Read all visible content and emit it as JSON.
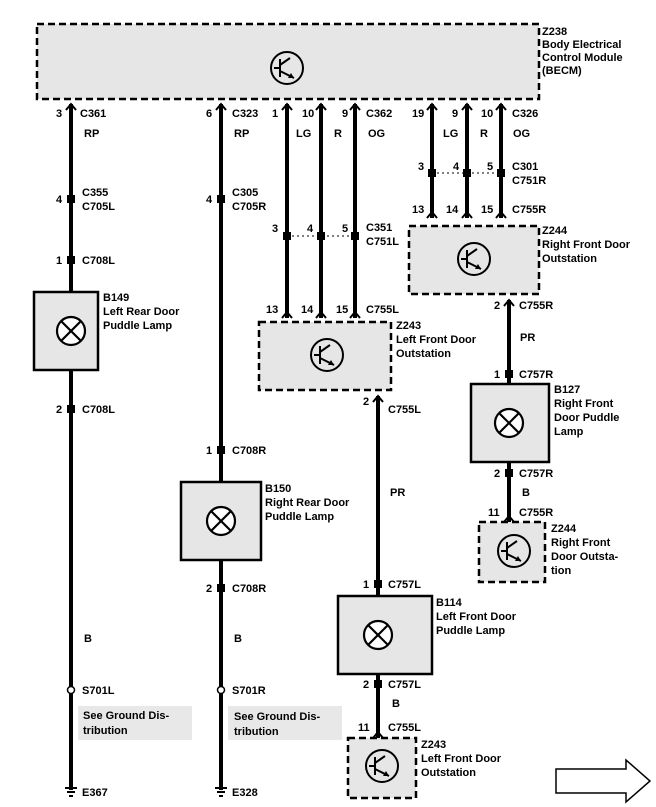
{
  "becm": {
    "id": "Z238",
    "line1": "Body Electrical",
    "line2": "Control Module",
    "line3": "(BECM)"
  },
  "col1": {
    "pin_top": "3",
    "conn_top": "C361",
    "color_top": "RP",
    "pin_a": "4",
    "conn_a1": "C355",
    "conn_a2": "C705L",
    "pin_b": "1",
    "conn_b": "C708L",
    "lamp_id": "B149",
    "lamp_line1": "Left Rear Door",
    "lamp_line2": "Puddle Lamp",
    "pin_c": "2",
    "conn_c": "C708L",
    "color_bottom": "B",
    "splice": "S701L",
    "note1": "See Ground Dis-",
    "note2": "tribution",
    "ground": "E367"
  },
  "col2": {
    "pin_top": "6",
    "conn_top": "C323",
    "color_top": "RP",
    "pin_a": "4",
    "conn_a1": "C305",
    "conn_a2": "C705R",
    "pin_b": "1",
    "conn_b": "C708R",
    "lamp_id": "B150",
    "lamp_line1": "Right Rear Door",
    "lamp_line2": "Puddle Lamp",
    "pin_c": "2",
    "conn_c": "C708R",
    "color_bottom": "B",
    "splice": "S701R",
    "note1": "See Ground Dis-",
    "note2": "tribution",
    "ground": "E328"
  },
  "col3": {
    "pins_top": [
      "1",
      "10",
      "9"
    ],
    "conn_top": "C362",
    "colors": [
      "LG",
      "R",
      "OG"
    ],
    "pins_mid": [
      "3",
      "4",
      "5"
    ],
    "conn_mid1": "C351",
    "conn_mid2": "C751L",
    "pins_bot": [
      "13",
      "14",
      "15"
    ],
    "conn_bot": "C755L",
    "module_id": "Z243",
    "module_line1": "Left Front Door",
    "module_line2": "Outstation",
    "out_pin": "2",
    "out_conn": "C755L",
    "out_color": "PR",
    "lamp_pin_in": "1",
    "lamp_conn_in": "C757L",
    "lamp_id": "B114",
    "lamp_line1": "Left Front Door",
    "lamp_line2": "Puddle Lamp",
    "lamp_pin_out": "2",
    "lamp_conn_out": "C757L",
    "ret_pin": "11",
    "ret_conn": "C755L",
    "module2_id": "Z243",
    "module2_line1": "Left Front Door",
    "module2_line2": "Outstation"
  },
  "col4": {
    "pins_top": [
      "19",
      "9",
      "10"
    ],
    "conn_top": "C326",
    "colors": [
      "LG",
      "R",
      "OG"
    ],
    "pins_mid": [
      "3",
      "4",
      "5"
    ],
    "conn_mid1": "C301",
    "conn_mid2": "C751R",
    "pins_bot": [
      "13",
      "14",
      "15"
    ],
    "conn_bot": "C755R",
    "module_id": "Z244",
    "module_line1": "Right Front Door",
    "module_line2": "Outstation",
    "out_pin": "2",
    "out_conn": "C755R",
    "out_color": "PR",
    "lamp_pin_in": "1",
    "lamp_conn_in": "C757R",
    "lamp_id": "B127",
    "lamp_line1": "Right Front",
    "lamp_line2": "Door Puddle",
    "lamp_line3": "Lamp",
    "lamp_pin_out": "2",
    "lamp_conn_out": "C757R",
    "lamp_color_out": "B",
    "ret_pin": "11",
    "ret_conn": "C755R",
    "module2_id": "Z244",
    "module2_line1": "Right Front",
    "module2_line2": "Door Outsta-",
    "module2_line3": "tion"
  }
}
